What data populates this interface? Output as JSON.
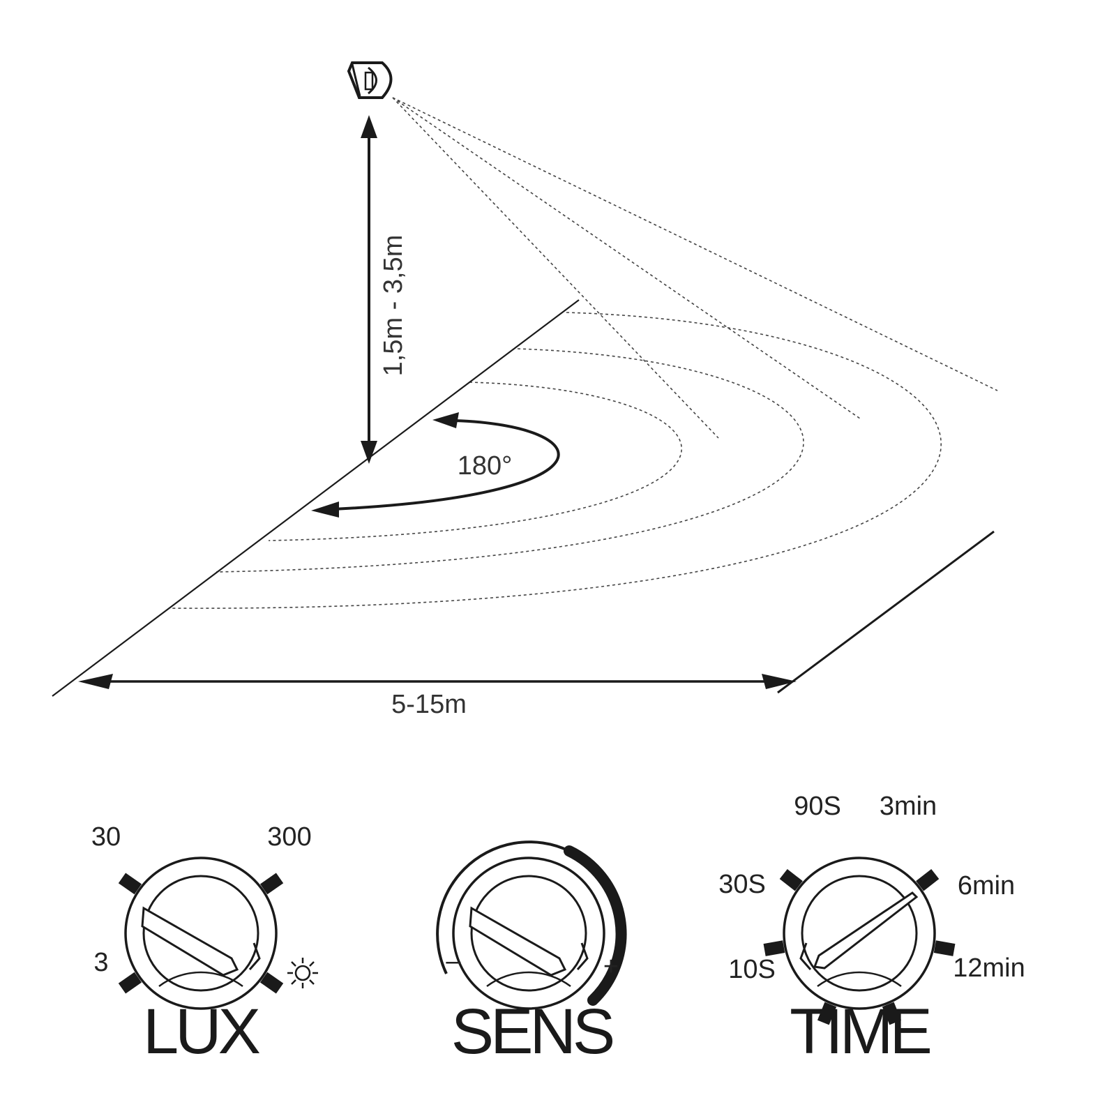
{
  "diagram": {
    "height_label": "1,5m - 3,5m",
    "angle_label": "180°",
    "width_label": "5-15m"
  },
  "controls": {
    "lux": {
      "title": "LUX",
      "ticks": [
        "30",
        "300",
        "3"
      ],
      "sun_icon": "sun-icon"
    },
    "sens": {
      "title": "SENS",
      "minus": "–",
      "plus": "+"
    },
    "time": {
      "title": "TIME",
      "ticks": [
        "90S",
        "3min",
        "30S",
        "6min",
        "10S",
        "12min"
      ]
    }
  },
  "colors": {
    "ink": "#1a1a1a",
    "background": "#ffffff"
  }
}
